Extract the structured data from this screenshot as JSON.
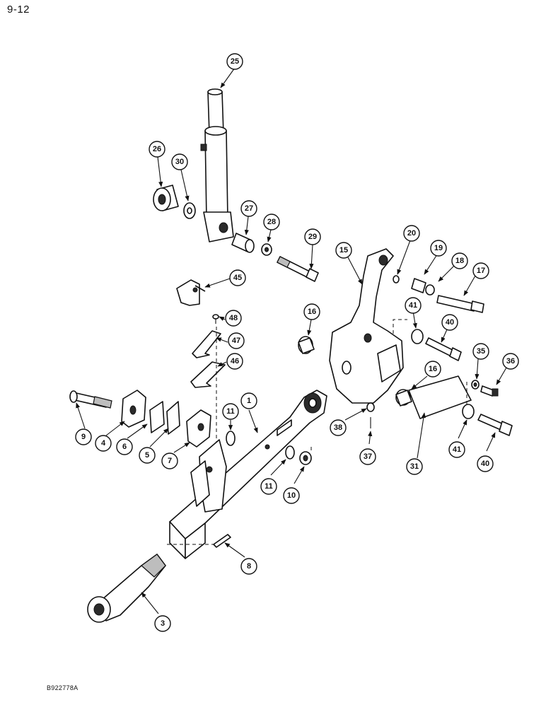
{
  "page": {
    "number": "9-12",
    "figure_id": "B922778A"
  },
  "callouts": [
    "25",
    "26",
    "30",
    "27",
    "28",
    "29",
    "45",
    "48",
    "47",
    "46",
    "15",
    "20",
    "19",
    "18",
    "17",
    "16",
    "41",
    "40",
    "35",
    "36",
    "16",
    "9",
    "4",
    "6",
    "5",
    "7",
    "11",
    "1",
    "38",
    "37",
    "31",
    "41",
    "40",
    "11",
    "10",
    "8",
    "3"
  ]
}
